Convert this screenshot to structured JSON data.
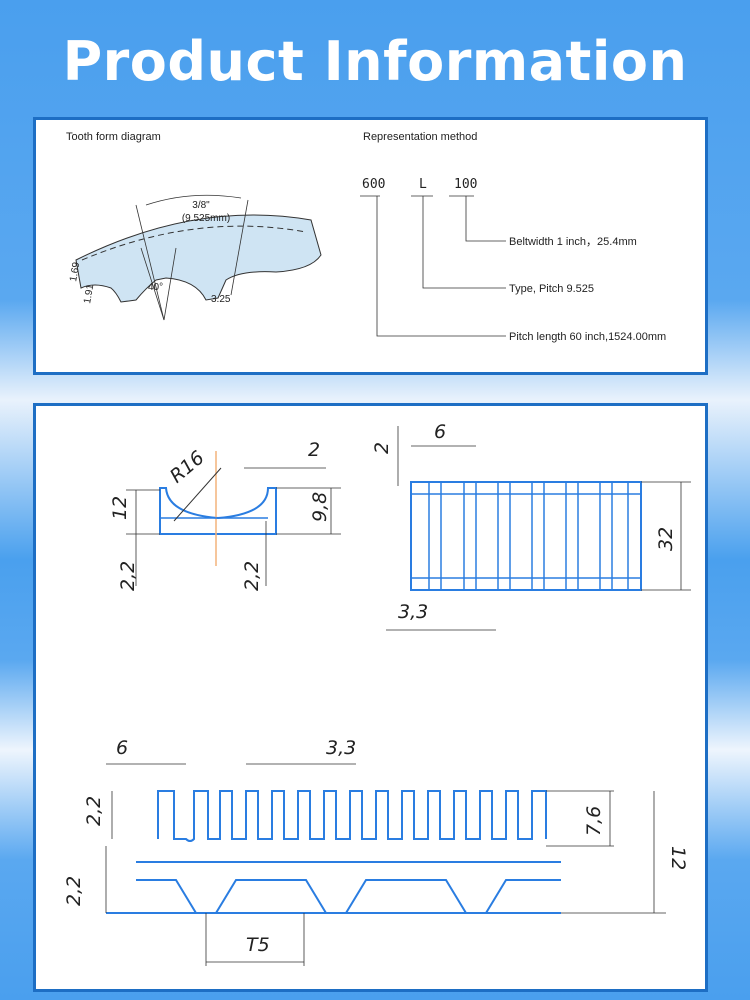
{
  "header": {
    "title": "Product Information"
  },
  "tooth_form": {
    "caption": "Tooth form diagram",
    "pitch_label": "3/8\"",
    "pitch_mm": "(9.525mm)",
    "dim_169": "1.69",
    "dim_191": "1.91",
    "angle": "40°",
    "dim_325": "3.25"
  },
  "representation": {
    "caption": "Representation method",
    "code_600": "600",
    "code_l": "L",
    "code_100": "100",
    "beltwidth": "Beltwidth 1  inch，25.4mm",
    "type": "Type, Pitch 9.525",
    "pitch_length": "Pitch length 60 inch,1524.00mm"
  },
  "pulley_section": {
    "radius": "R16",
    "d2": "2",
    "d12": "12",
    "d98": "9,8",
    "d22a": "2,2",
    "d22b": "2,2"
  },
  "top_view": {
    "d2": "2",
    "d6": "6",
    "d32": "32",
    "d33": "3,3"
  },
  "belt_profile": {
    "d6": "6",
    "d33": "3,3",
    "d22a": "2,2",
    "d22b": "2,2",
    "d76": "7,6",
    "d12": "12",
    "pitch": "T5"
  },
  "colors": {
    "accent": "#1d6ec4",
    "line": "#2a7de1",
    "fill": "#cfe4f3"
  }
}
